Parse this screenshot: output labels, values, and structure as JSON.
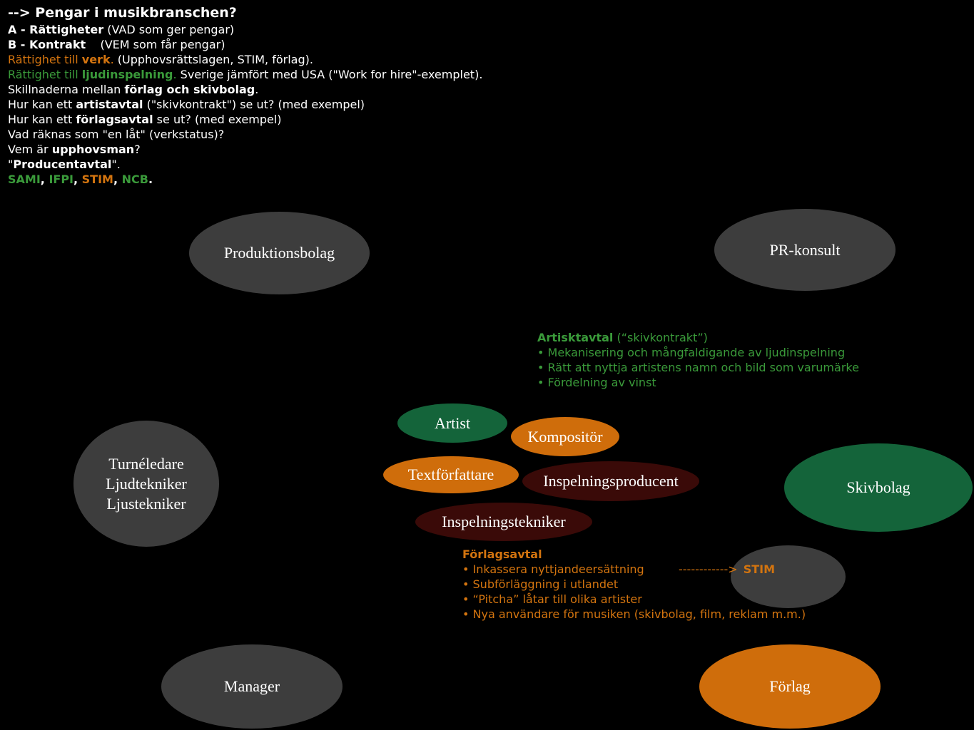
{
  "header": {
    "title": "--> Pengar i musikbranschen?",
    "lines": {
      "a_bold": "A - Rättigheter",
      "a_rest": " (VAD som ger pengar)",
      "b_bold": "B - Kontrakt",
      "b_rest": "    (VEM som får pengar)",
      "verk_pre": "Rättighet till ",
      "verk_bold": "verk",
      "verk_dot": ".",
      "verk_rest": " (Upphovsrättslagen, STIM, förlag).",
      "ljud_pre": "Rättighet till ",
      "ljud_bold": "ljudinspelning",
      "ljud_dot": ".",
      "ljud_rest": " Sverige jämfört med USA (\"Work for hire\"-exemplet).",
      "skill_pre": "Skillnaderna mellan ",
      "skill_bold": "förlag och skivbolag",
      "skill_post": ".",
      "artist_pre": "Hur kan ett ",
      "artist_bold": "artistavtal",
      "artist_post": " (\"skivkontrakt\") se ut? (med exempel)",
      "forl_pre": "Hur kan ett ",
      "forl_bold": "förlagsavtal",
      "forl_post": " se ut? (med exempel)",
      "latt": "Vad räknas som \"en låt\" (verkstatus)?",
      "upph_pre": "Vem är ",
      "upph_bold": "upphovsman",
      "upph_post": "?",
      "prod_pre": "\"",
      "prod_bold": "Producentavtal",
      "prod_post": "\".",
      "org_sami": "SAMI",
      "org_ifpi": "IFPI",
      "org_stim": "STIM",
      "org_ncb": "NCB",
      "comma": ", ",
      "period": "."
    }
  },
  "nodes": {
    "produktionsbolag": "Produktionsbolag",
    "pr_konsult": "PR-konsult",
    "turne_1": "Turnéledare",
    "turne_2": "Ljudtekniker",
    "turne_3": "Ljustekniker",
    "artist": "Artist",
    "kompositor": "Kompositör",
    "textforfattare": "Textförfattare",
    "inspelningsproducent": "Inspelningsproducent",
    "inspelningstekniker": "Inspelningstekniker",
    "skivbolag": "Skivbolag",
    "manager": "Manager",
    "forlag": "Förlag"
  },
  "artistavtal": {
    "heading_bold": "Artisktavtal",
    "heading_rest": " (“skivkontrakt”)",
    "items": [
      "• Mekanisering och mångfaldigande av ljudinspelning",
      "• Rätt att nyttja artistens namn och bild som varumärke",
      "• Fördelning av vinst"
    ]
  },
  "forlagsavtal": {
    "heading": "Förlagsavtal",
    "items": [
      "• Inkassera nyttjandeersättning",
      "• Subförläggning i utlandet",
      "• “Pitcha” låtar till olika artister",
      "• Nya användare för musiken (skivbolag, film, reklam m.m.)"
    ],
    "arrow": "------------>",
    "arrow_target": "STIM"
  },
  "colors": {
    "gray": "#3d3d3d",
    "green": "#14643a",
    "orange": "#cf6d0b",
    "maroon": "#3a0a08",
    "text_green": "#3a9a3a",
    "text_orange": "#d3740f"
  }
}
